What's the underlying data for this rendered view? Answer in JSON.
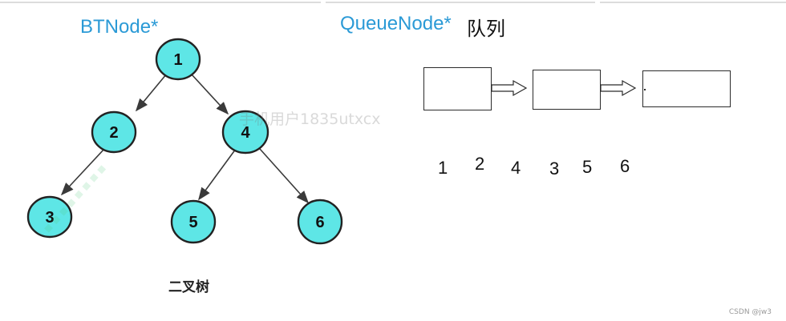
{
  "tree_label": "BTNode*",
  "queue_label": "QueueNode*",
  "queue_label_cn": "队列",
  "caption": "二叉树",
  "tree": {
    "node_fill": "#5ee6e6",
    "node_stroke": "#222222",
    "nodes": [
      {
        "label": "1"
      },
      {
        "label": "2"
      },
      {
        "label": "4"
      },
      {
        "label": "3"
      },
      {
        "label": "5"
      },
      {
        "label": "6"
      }
    ]
  },
  "queue": {
    "boxes": 3,
    "order": [
      "1",
      "2",
      "4",
      "3",
      "5",
      "6"
    ]
  },
  "watermark": "手机用户1835utxcx",
  "credit": "CSDN @jw3",
  "colors": {
    "accent_blue": "#2b9ad6"
  }
}
